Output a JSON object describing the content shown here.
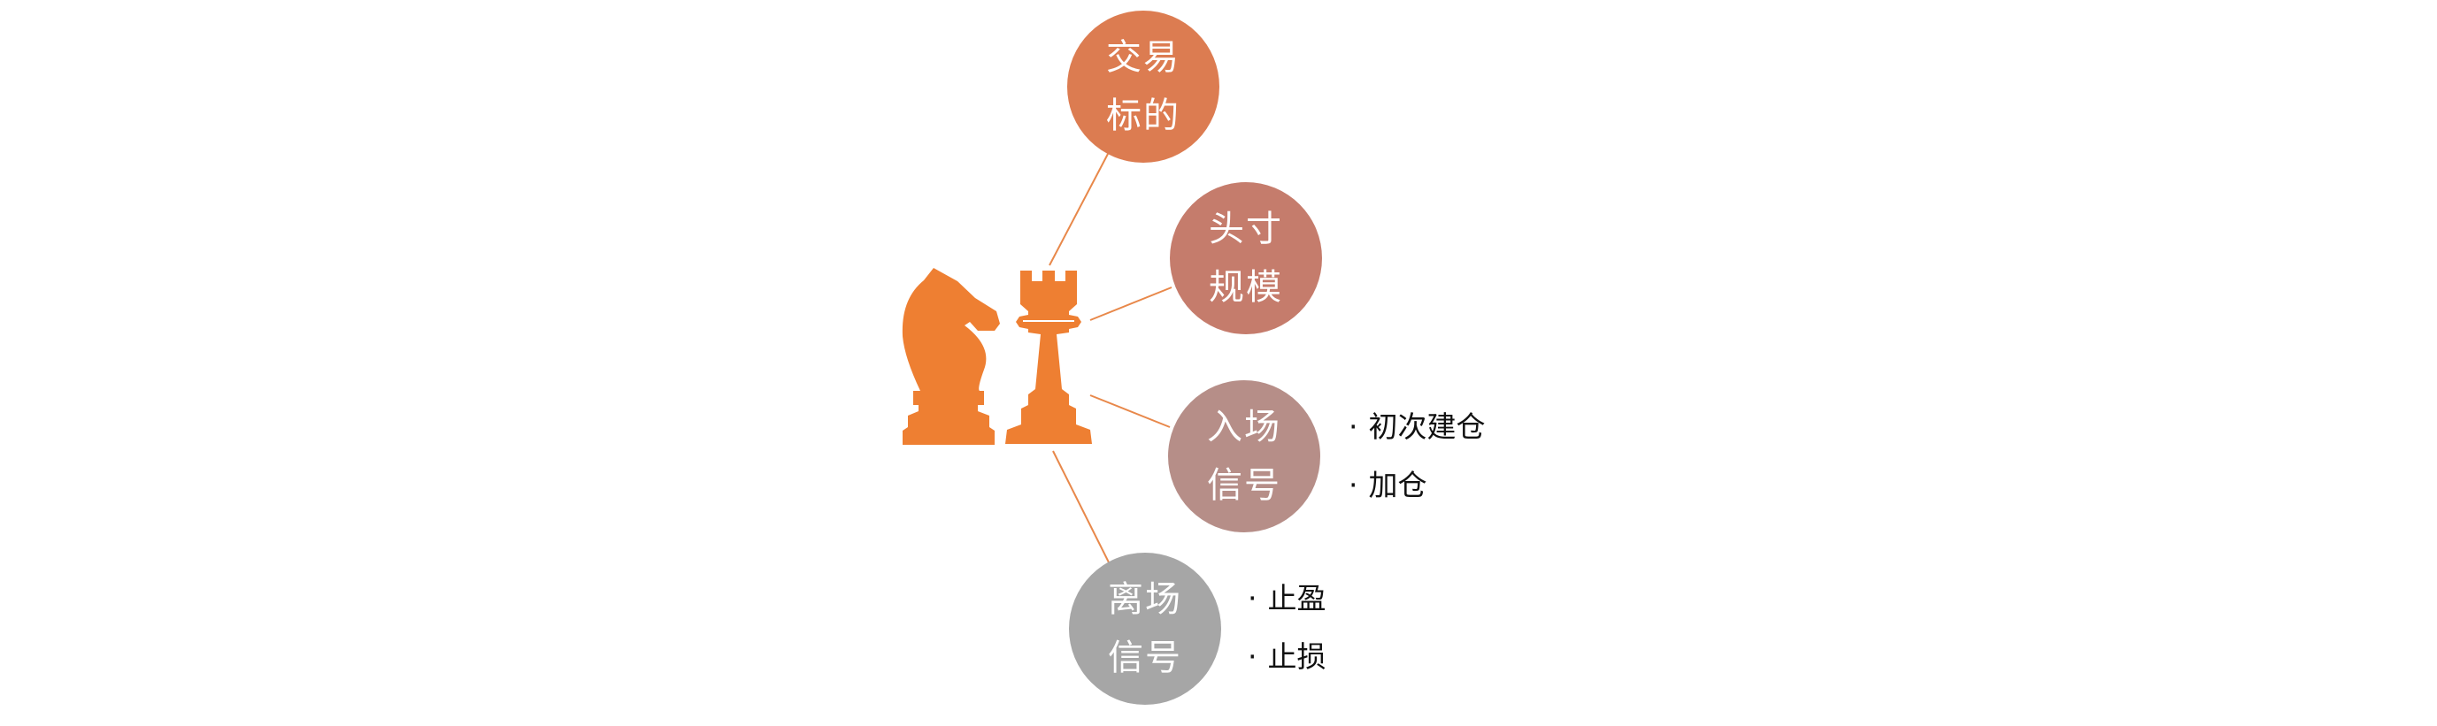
{
  "colors": {
    "connector": "#e8884a",
    "chess_pieces": "#ee7f32",
    "node_trade_target": "#dc7c51",
    "node_position_size": "#c57c6c",
    "node_entry_signal": "#b68e88",
    "node_exit_signal": "#a6a6a6",
    "bullet_text": "#111111",
    "node_text": "#ffffff"
  },
  "icons": [
    "chess-knight-icon",
    "chess-rook-icon"
  ],
  "nodes": {
    "trade_target": {
      "line1": "交易",
      "line2": "标的"
    },
    "position_size": {
      "line1": "头寸",
      "line2": "规模"
    },
    "entry_signal": {
      "line1": "入场",
      "line2": "信号",
      "bullets": [
        {
          "dot": "·",
          "text": "初次建仓"
        },
        {
          "dot": "·",
          "text": "加仓"
        }
      ]
    },
    "exit_signal": {
      "line1": "离场",
      "line2": "信号",
      "bullets": [
        {
          "dot": "·",
          "text": "止盈"
        },
        {
          "dot": "·",
          "text": "止损"
        }
      ]
    }
  }
}
